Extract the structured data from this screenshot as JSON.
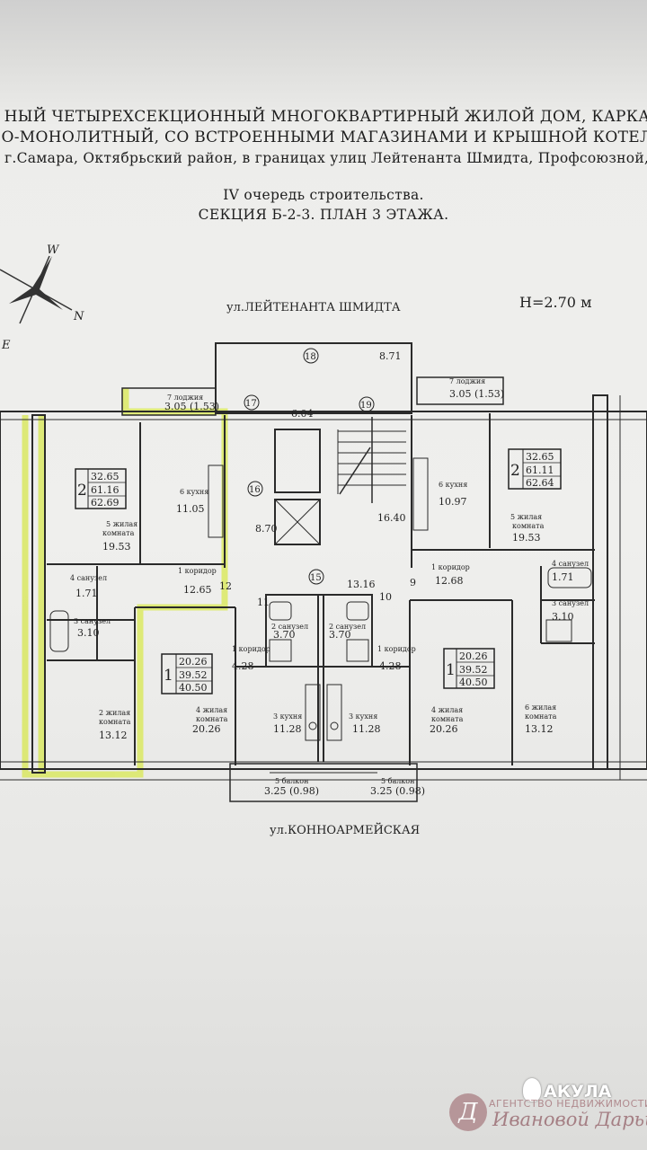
{
  "header": {
    "line1": "НЫЙ ЧЕТЫРЕХСЕКЦИОННЫЙ МНОГОКВАРТИРНЫЙ ЖИЛОЙ ДОМ, КАРКА",
    "line2": "О-МОНОЛИТНЫЙ, СО ВСТРОЕННЫМИ МАГАЗИНАМИ И КРЫШНОЙ КОТЕЛ",
    "line3": ": г.Самара, Октябрьский район,  в границах улиц Лейтенанта Шмидта, Профсоюзной, (",
    "line4": "IV очередь строительства.",
    "line5": "СЕКЦИЯ  Б-2-3.  ПЛАН  3  ЭТАЖА."
  },
  "compass": {
    "w": "W",
    "n": "N",
    "e": "E"
  },
  "streets": {
    "top": "ул.ЛЕЙТЕНАНТА ШМИДТА",
    "bottom": "ул.КОННОАРМЕЙСКАЯ"
  },
  "ceiling_height": "H=2.70 м",
  "room_word": {
    "kitchen": "кухня",
    "living1": "жилая",
    "living2": "комната",
    "corridor": "коридор",
    "bath": "санузел",
    "loggia": "лоджия",
    "balcony": "балкон"
  },
  "apartments": {
    "left_2room": {
      "rooms": "2",
      "a": "32.65",
      "b": "61.16",
      "c": "62.69"
    },
    "right_2room": {
      "rooms": "2",
      "a": "32.65",
      "b": "61.11",
      "c": "62.64"
    },
    "left_1room": {
      "rooms": "1",
      "a": "20.26",
      "b": "39.52",
      "c": "40.50"
    },
    "right_1room": {
      "rooms": "1",
      "a": "20.26",
      "b": "39.52",
      "c": "40.50"
    }
  },
  "rooms": {
    "l_loggia": {
      "num": "7",
      "area": "3.05 (1.53)"
    },
    "l_kitchen": {
      "num": "6",
      "area": "11.05"
    },
    "l_living_a": {
      "num": "5",
      "area": "19.53"
    },
    "l_corridor": {
      "num": "1",
      "area": "12.65"
    },
    "l_bath_a": {
      "num": "4",
      "area": "1.71"
    },
    "l_bath_b": {
      "num": "3",
      "area": "3.10"
    },
    "l_living_b": {
      "num": "2",
      "area": "13.12"
    },
    "c_corridor_l": {
      "num": "1",
      "area": "4.28"
    },
    "c_bath_l": {
      "num": "2",
      "area": "3.70"
    },
    "c_living_l": {
      "num": "4",
      "area": "20.26"
    },
    "c_kitchen_l": {
      "num": "3",
      "area": "11.28"
    },
    "c_balcony_l": {
      "num": "5",
      "area": "3.25 (0.98)"
    },
    "c_bath_r": {
      "num": "2",
      "area": "3.70"
    },
    "c_corridor_r": {
      "num": "1",
      "area": "4.28"
    },
    "c_kitchen_r": {
      "num": "3",
      "area": "11.28"
    },
    "c_living_r": {
      "num": "4",
      "area": "20.26"
    },
    "c_balcony_r": {
      "num": "5",
      "area": "3.25 (0.98)"
    },
    "r_loggia": {
      "num": "7",
      "area": "3.05 (1.53)"
    },
    "r_kitchen": {
      "num": "6",
      "area": "10.97"
    },
    "r_living_a": {
      "num": "5",
      "area": "19.53"
    },
    "r_corridor": {
      "num": "1",
      "area": "12.68"
    },
    "r_bath_a": {
      "num": "4",
      "area": "1.71"
    },
    "r_bath_b": {
      "num": "3",
      "area": "3.10"
    },
    "r_living_b": {
      "num": "6",
      "area": "13.12"
    }
  },
  "common": {
    "n18": "18",
    "a18": "8.71",
    "n17": "17",
    "a17": "6.04",
    "n19": "19",
    "n16": "16",
    "a16": "8.70",
    "a_stairs": "16.40",
    "n15": "15",
    "a15": "13.16",
    "marks": [
      "12",
      "11",
      "10",
      "9"
    ]
  },
  "logo": {
    "brand": "АКУЛА",
    "line1": "АГЕНТСТВО НЕДВИЖИМОСТИ",
    "line2": "Ивановой Дарьи",
    "circle": "Д"
  },
  "colors": {
    "highlight": "#d9e85a",
    "line": "#2a2a2a",
    "paper": "#efefed"
  }
}
